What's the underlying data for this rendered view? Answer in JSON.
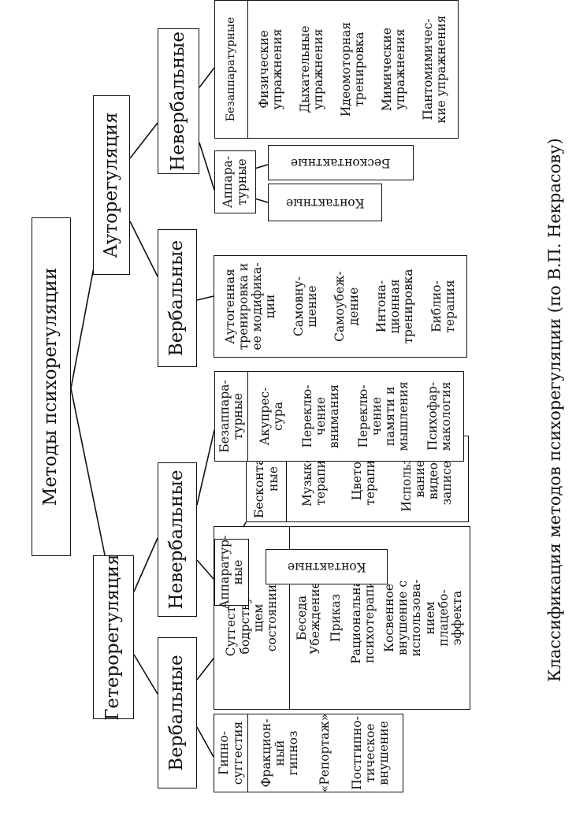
{
  "root": "Методы психорегуляции",
  "hetero": {
    "title": "Гетерорегуляция",
    "verbal": {
      "title": "Вербальные",
      "hypno": {
        "title": "Гипно-\nсуггестия",
        "items": [
          "Фракцион-\nный гипноз",
          "«Репортаж»",
          "Постгипно-\nтическое\nвнушение"
        ]
      },
      "awake": {
        "title": "Суггестия в\nбодрствую-\nщем\nсостоянии",
        "items": [
          "Беседа\nУбеждение",
          "Приказ",
          "Рациональная\nпсихотерапия",
          "Косвенное\nвнушение с\nиспользова-\nнием\nплацебо-\nэффекта"
        ]
      }
    },
    "nonverbal": {
      "title": "Невербальные",
      "apparatus": {
        "title": "Аппаратур-\nные",
        "contact": "Контактные",
        "noncontact": {
          "title": "Бесконтакт-\nные",
          "items": [
            "Музыко-\nтерапия",
            "Цвето-\nтерапия",
            "Использо-\nвание\nвидео-\nзаписей"
          ]
        }
      },
      "noapparatus": {
        "title": "Безаппара-\nтурные",
        "items": [
          "Акупрес-\nсура",
          "Переклю-\nчение\nвнимания",
          "Переклю-\nчение\nпамяти и\nмышления",
          "Психофар-\nмакология"
        ]
      }
    }
  },
  "auto": {
    "title": "Ауторегуляция",
    "verbal": {
      "title": "Вербальные",
      "items": [
        "Аутогенная\nтренировка и\nее модифика-\nции",
        "Самовну-\nшение",
        "Самоубеж-\nдение",
        "Интона-\nционная\nтренировка",
        "Библио-\nтерапия"
      ]
    },
    "nonverbal": {
      "title": "Невербальные",
      "apparatus": {
        "title": "Аппара-\nтурные",
        "contact": "Контактные",
        "noncontact": "Бесконтактные"
      },
      "noapparatus": {
        "title": "Безаппаратурные",
        "items": [
          "Физические\nупражнения",
          "Дыхательные\nупражнения",
          "Идеомоторная\nтренировка",
          "Мимические\nупражнения",
          "Пантомимичес-\nкие упражнения"
        ]
      }
    }
  },
  "caption": "Классификация методов психорегуляции   (по В.П. Некрасову)"
}
